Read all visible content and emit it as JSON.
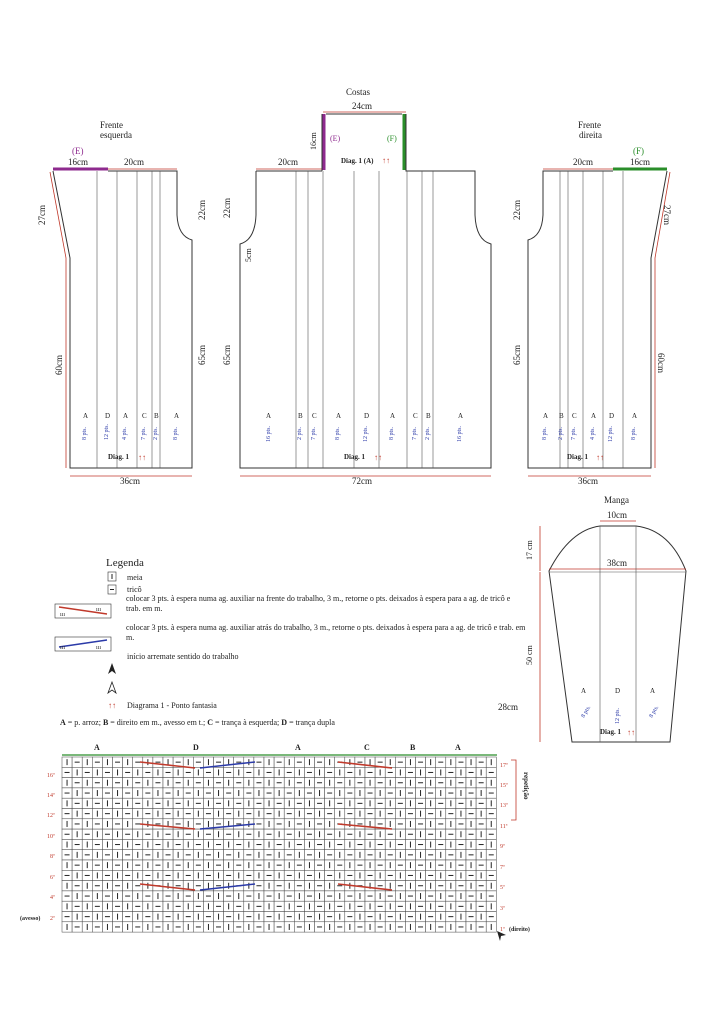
{
  "back": {
    "title": "Costas",
    "top_width": "24cm",
    "neck_height": "16cm",
    "shoulder": "20cm",
    "armhole": "22cm",
    "armhole_side": "5cm",
    "body_length": "65cm",
    "bottom": "72cm",
    "diag_label": "Diag. 1 (A)",
    "diag_bottom": "Diag. 1",
    "mark_e": "(E)",
    "mark_f": "(F)",
    "cols": [
      {
        "letter": "A",
        "pts": "16 pts."
      },
      {
        "letter": "B",
        "pts": "2 pts."
      },
      {
        "letter": "C",
        "pts": "7 pts."
      },
      {
        "letter": "A",
        "pts": "8 pts."
      },
      {
        "letter": "D",
        "pts": "12 pts."
      },
      {
        "letter": "A",
        "pts": "8 pts."
      },
      {
        "letter": "C",
        "pts": "7 pts."
      },
      {
        "letter": "B",
        "pts": "2 pts."
      },
      {
        "letter": "A",
        "pts": "16 pts."
      }
    ]
  },
  "front_left": {
    "title": "Frente esquerda",
    "mark": "(E)",
    "neck_width": "16cm",
    "shoulder": "20cm",
    "neck_slope": "27cm",
    "armhole": "22cm",
    "side": "60cm",
    "length": "65cm",
    "bottom": "36cm",
    "diag": "Diag. 1",
    "cols": [
      {
        "letter": "A",
        "pts": "8 pts."
      },
      {
        "letter": "D",
        "pts": "12 pts."
      },
      {
        "letter": "A",
        "pts": "4 pts."
      },
      {
        "letter": "C",
        "pts": "7 pts."
      },
      {
        "letter": "B",
        "pts": "2 pts."
      },
      {
        "letter": "A",
        "pts": "8 pts."
      }
    ]
  },
  "front_right": {
    "title": "Frente direita",
    "mark": "(F)",
    "neck_width": "16cm",
    "shoulder": "20cm",
    "neck_slope": "27cm",
    "armhole": "22cm",
    "side": "60cm",
    "length": "65cm",
    "bottom": "36cm",
    "diag": "Diag. 1",
    "cols": [
      {
        "letter": "A",
        "pts": "8 pts."
      },
      {
        "letter": "B",
        "pts": "2 pts."
      },
      {
        "letter": "C",
        "pts": "7 pts."
      },
      {
        "letter": "A",
        "pts": "4 pts."
      },
      {
        "letter": "D",
        "pts": "12 pts."
      },
      {
        "letter": "A",
        "pts": "8 pts."
      }
    ]
  },
  "sleeve": {
    "title": "Manga",
    "top": "10cm",
    "cap_height": "17 cm",
    "width": "38cm",
    "length": "50 cm",
    "bottom": "28cm",
    "diag": "Diag. 1",
    "cols": [
      {
        "letter": "A",
        "pts": "8 pts."
      },
      {
        "letter": "D",
        "pts": "12 pts."
      },
      {
        "letter": "A",
        "pts": "8 pts."
      }
    ]
  },
  "legend": {
    "title": "Legenda",
    "items": [
      "meia",
      "tricô",
      "colocar 3 pts. à espera numa ag. auxiliar na frente do trabalho, 3 m., retorne o pts. deixados à espera para a ag. de tricô e trab. em m.",
      "colocar 3 pts. à espera numa ag. auxiliar atrás do trabalho, 3 m., retorne o pts. deixados à espera para a ag. de tricô e trab. em m.",
      "início arremate sentido do trabalho",
      "Diagrama 1 - Ponto fantasia"
    ],
    "abbrev_parts": [
      "A",
      " = p. arroz; ",
      "B",
      " = direito em m., avesso em t.; ",
      "C",
      " = trança à esquerda; ",
      "D",
      " = trança dupla"
    ]
  },
  "chart": {
    "groups": [
      "A",
      "D",
      "A",
      "C",
      "B",
      "A"
    ],
    "left_rows": [
      "16ª",
      "14ª",
      "12ª",
      "10ª",
      "8ª",
      "6ª",
      "4ª",
      "2ª"
    ],
    "right_rows": [
      "17ª",
      "15ª",
      "13ª",
      "11ª",
      "9ª",
      "7ª",
      "5ª",
      "3ª",
      "1ª"
    ],
    "avesso": "(avesso)",
    "direito": "(direito)",
    "repeat": "repetição"
  },
  "colors": {
    "red": "#c0392b",
    "blue": "#2b3aa8",
    "purple": "#8e2a8e",
    "green": "#2a8e2a"
  }
}
